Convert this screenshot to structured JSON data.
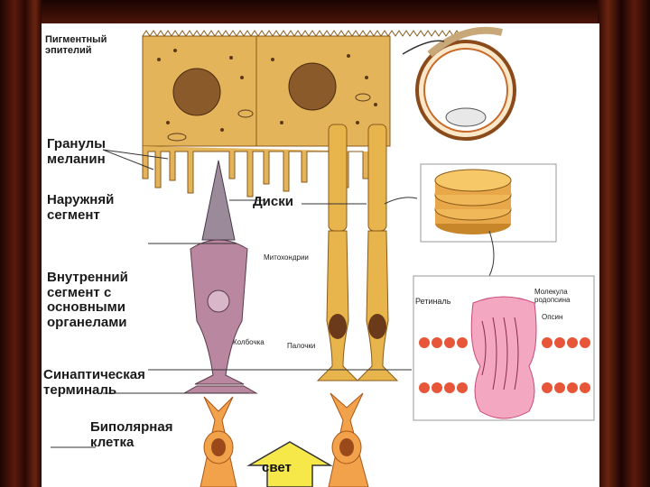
{
  "labels": {
    "pigment_epithelium": "Пигментный\nэпителий",
    "melanin_granules": "Гранулы\nмеланин",
    "outer_segment": "Наружняй\nсегмент",
    "disks": "Диски",
    "mitochondria": "Митохондрии",
    "inner_segment": "Внутренний\nсегмент с\nосновными\nорганелами",
    "cone": "Колбочка",
    "rods": "Палочки",
    "synaptic_terminal": "Синаптическая\nтерминаль",
    "bipolar_cell": "Биполярная\nклетка",
    "light": "свет",
    "retinal": "Ретиналь",
    "rhodopsin_molecule": "Молекула\nродопсина",
    "opsin": "Опсин"
  },
  "colors": {
    "epithelium": "#e3b45a",
    "epithelium_dark": "#b8862c",
    "nucleus": "#8a5a2a",
    "cone": "#b9879f",
    "rod": "#e8b44c",
    "bipolar": "#f2a24a",
    "rhodopsin": "#f4a7c0",
    "membrane_head": "#e8563a",
    "light_arrow": "#f7e84a",
    "curtain": "#3a0d06"
  }
}
